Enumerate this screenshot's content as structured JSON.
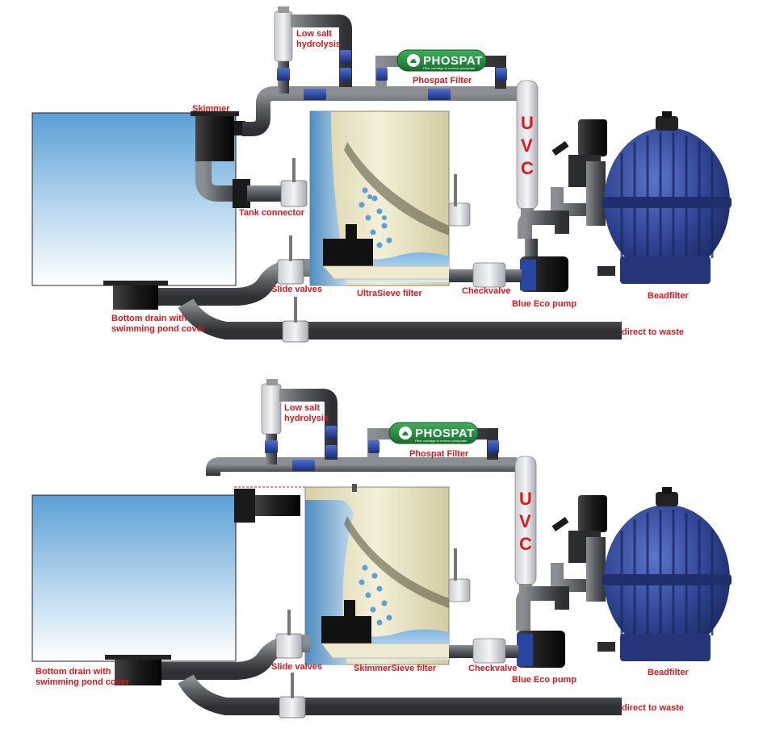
{
  "diagrams": [
    {
      "labels": {
        "low_salt_line1": "Low salt",
        "low_salt_line2": "hydrolysis",
        "phospat_filter": "Phospat Filter",
        "skimmer": "Skimmer",
        "tank_connector": "Tank connector",
        "slide_valves": "Slide valves",
        "filter": "UltraSieve filter",
        "checkvalve": "Checkvalve",
        "pump": "Blue Eco pump",
        "beadfilter": "Beadfilter",
        "bottom_drain_line1": "Bottom drain with",
        "bottom_drain_line2": "swimming pond cover",
        "waste": "direct to waste"
      },
      "logo": {
        "brand": "PHOSPAT",
        "tagline": "Filter cartridge to remove phosphate"
      },
      "uvc": [
        "U",
        "V",
        "C"
      ]
    },
    {
      "labels": {
        "low_salt_line1": "Low salt",
        "low_salt_line2": "hydrolysis",
        "phospat_filter": "Phospat Filter",
        "slide_valves": "Slide valves",
        "filter": "SkimmerSieve filter",
        "checkvalve": "Checkvalve",
        "pump": "Blue Eco pump",
        "beadfilter": "Beadfilter",
        "bottom_drain_line1": "Bottom drain with",
        "bottom_drain_line2": "swimming pond cover",
        "waste": "direct to waste"
      },
      "logo": {
        "brand": "PHOSPAT",
        "tagline": "Filter cartridge to remove phosphate"
      },
      "uvc": [
        "U",
        "V",
        "C"
      ]
    }
  ],
  "colors": {
    "label": "#e0161b",
    "pipe": "#55585d",
    "water": "#4a90c8",
    "filter_body": "#ece7c6",
    "beadfilter": "#2b3f8c",
    "phospat_green": "#1e8a3a",
    "valve_blue": "#2747a0"
  }
}
